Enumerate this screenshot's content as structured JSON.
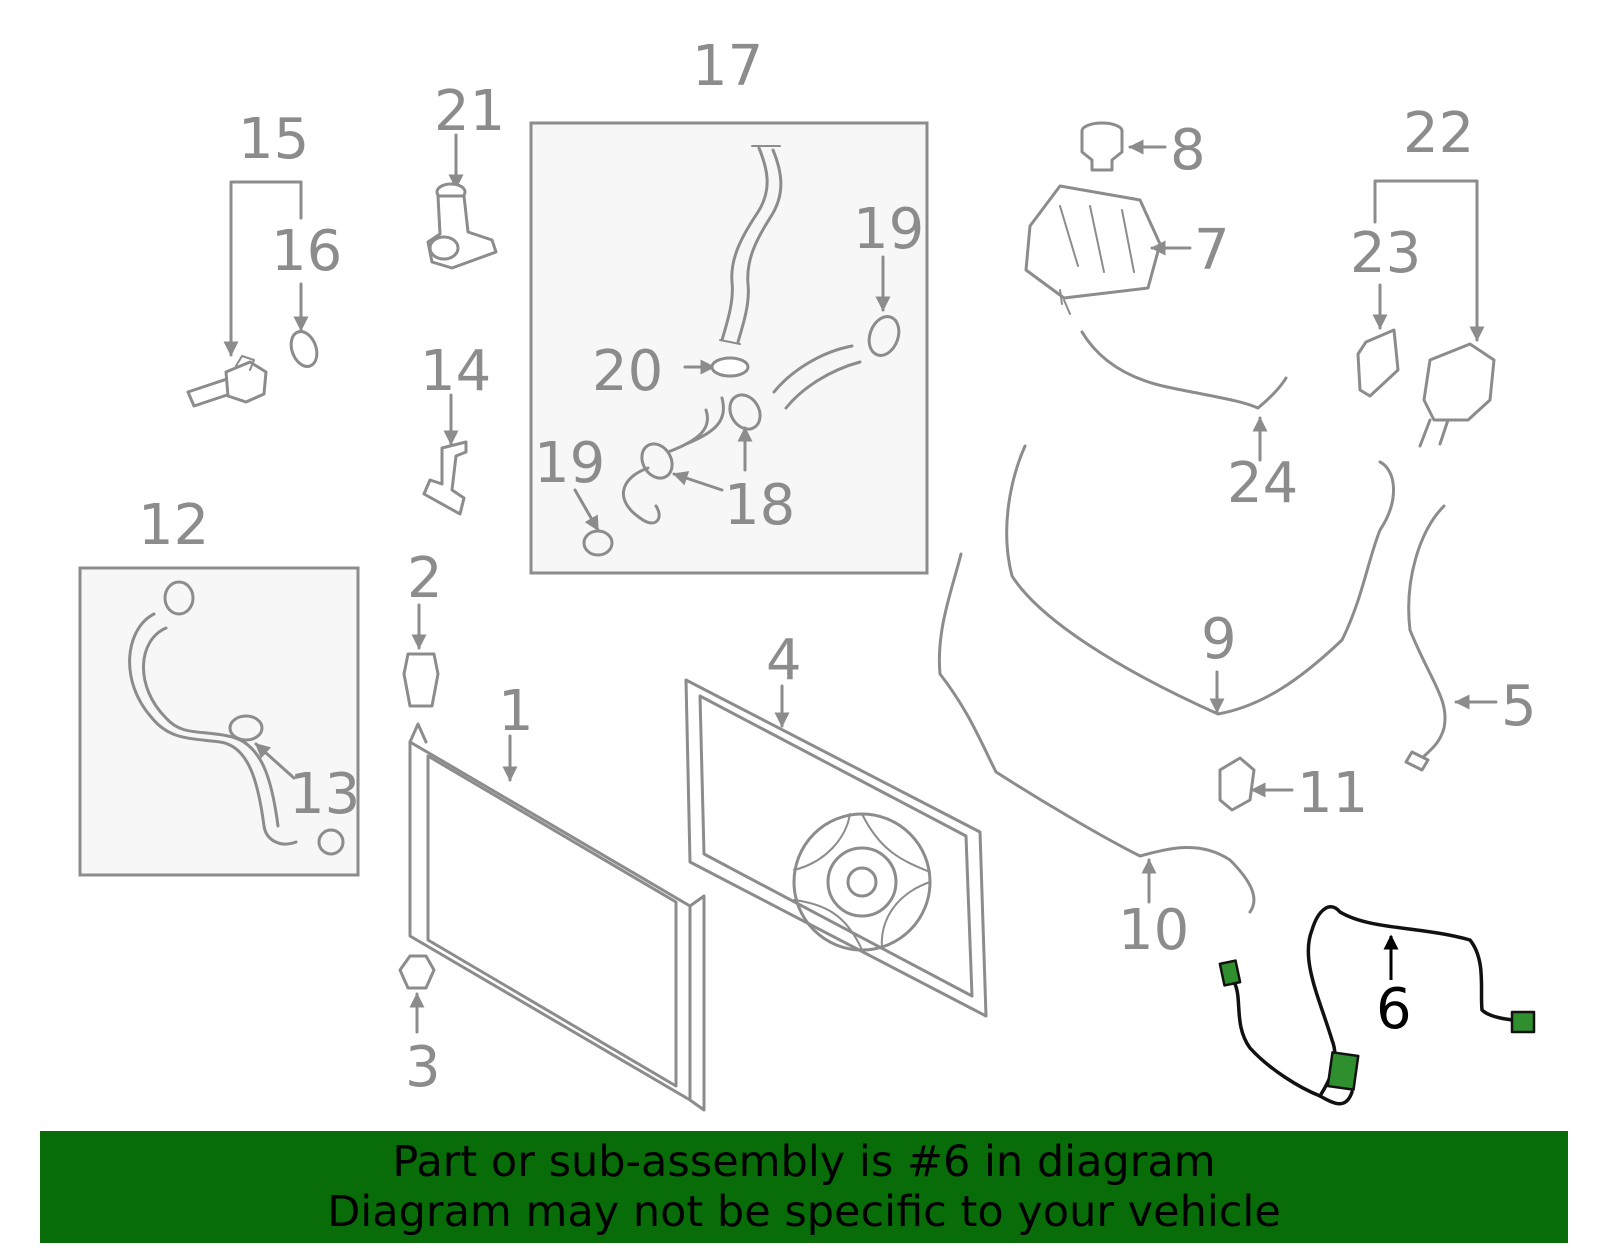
{
  "colors": {
    "part_outline": "#8c8c8c",
    "highlight_part": "#2f8f2f",
    "banner_background": "#086d08",
    "banner_text": "#000000"
  },
  "callouts": {
    "c1": "1",
    "c2": "2",
    "c3": "3",
    "c4": "4",
    "c5": "5",
    "c6": "6",
    "c7": "7",
    "c8": "8",
    "c9": "9",
    "c10": "10",
    "c11": "11",
    "c12": "12",
    "c13": "13",
    "c14": "14",
    "c15": "15",
    "c16": "16",
    "c17": "17",
    "c18": "18",
    "c19a": "19",
    "c19b": "19",
    "c20": "20",
    "c21": "21",
    "c22": "22",
    "c23": "23",
    "c24": "24"
  },
  "highlighted_part": "6",
  "banner": {
    "line1": "Part or sub-assembly is #6 in diagram",
    "line2": "Diagram may not be specific to your vehicle"
  }
}
